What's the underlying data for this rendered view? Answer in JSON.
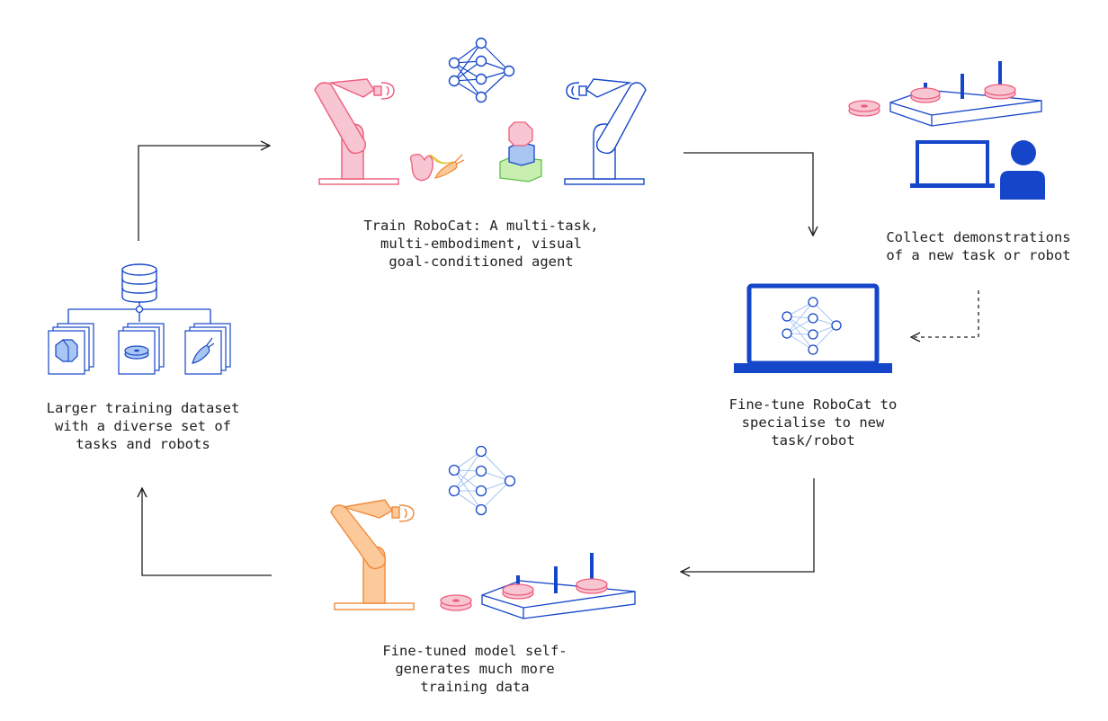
{
  "captions": {
    "train": [
      "Train RoboCat: A multi-task,",
      "multi-embodiment, visual",
      "goal-conditioned agent"
    ],
    "collect": [
      "Collect demonstrations",
      "of a new task or robot"
    ],
    "finetune": [
      "Fine-tune RoboCat to",
      "specialise to new",
      "task/robot"
    ],
    "selfgen": [
      "Fine-tuned model self-",
      "generates much more",
      "training data"
    ],
    "dataset": [
      "Larger training dataset",
      "with a diverse set of",
      "tasks and robots"
    ]
  },
  "colors": {
    "blue": "#1546c9",
    "pink": "#ee5c7c",
    "pink_fill": "#f8c6d2",
    "orange": "#f08a3a",
    "orange_fill": "#fcc99a",
    "green": "#5cc24a",
    "green_fill": "#c8eeb0",
    "light_blue_fill": "#a9c6f2",
    "arrow": "#1f1f1f"
  },
  "icons": {
    "network": "neural-network-icon",
    "robot_arm": "robot-arm-icon",
    "laptop": "laptop-icon",
    "person": "person-icon",
    "database": "database-icon",
    "peg_board": "peg-board-icon",
    "disc": "gear-disc-icon",
    "fruit": "fruit-icon",
    "blocks": "stacked-blocks-icon"
  }
}
